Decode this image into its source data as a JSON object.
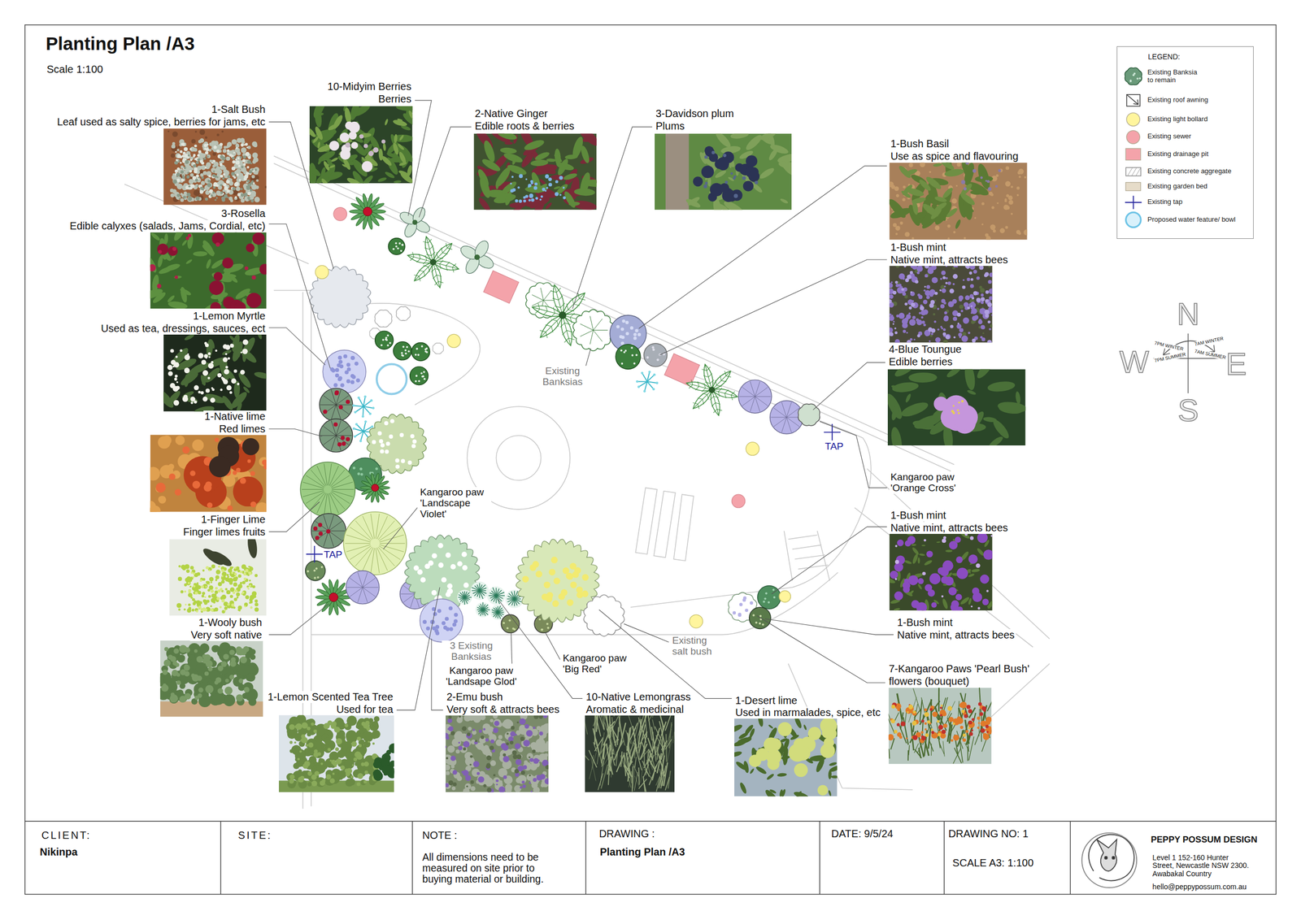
{
  "diagram": {
    "title": "Planting Plan /A3",
    "nodes": [
      {
        "text": [
          "LEGEND:"
        ]
      },
      {
        "text": [
          "CLIENT:",
          "Nikinpa"
        ]
      },
      {
        "text": [
          "SITE:"
        ]
      },
      {
        "text": [
          "NOTE :",
          "All dimensions need to be measured on site prior to buying material or building."
        ]
      },
      {
        "text": [
          "DRAWING :",
          "Planting Plan /A3"
        ]
      },
      {
        "text": [
          "DATE: 9/5/24"
        ]
      },
      {
        "text": [
          "DRAWING NO: 1",
          "SCALE A3: 1:100"
        ]
      },
      {
        "text": [
          "PEPPY POSSUM DESIGN",
          "Level 1 152-160 Hunter Street, Newcastle NSW 2300. Awabakal Country",
          "hello@peppypossum.com.au"
        ]
      }
    ],
    "labels": [
      "Scale 1:100",
      "10-Midyim Berries",
      "Berries",
      "1-Salt Bush",
      "Leaf used as salty spice, berries for jams, etc",
      "2-Native Ginger",
      "Edible roots & berries",
      "3-Davidson plum",
      "Plums",
      "1-Bush Basil",
      "Use as spice and flavouring",
      "3-Rosella",
      "Edible calyxes (salads, Jams, Cordial, etc)",
      "1-Bush mint",
      "Native mint, attracts bees",
      "1-Lemon Myrtle",
      "Used as tea, dressings, sauces, ect",
      "4-Blue Toungue",
      "Edible berries",
      "Existing Banksias",
      "1-Native lime",
      "Red limes",
      "Kangaroo paw 'Orange Cross'",
      "Kangaroo paw 'Landscape Violet'",
      "1-Finger Lime",
      "Finger limes fruits",
      "1-Bush mint",
      "Native mint, attracts bees",
      "TAP",
      "TAP",
      "1-Bush mint",
      "Native mint, attracts bees",
      "1-Wooly bush",
      "Very soft native",
      "Existing salt bush",
      "3 Existing Banksias",
      "Kangaroo paw 'Big Red'",
      "Kangaroo paw 'Landsape Glod'",
      "7-Kangaroo Paws 'Pearl Bush'",
      "flowers (bouquet)",
      "1-Lemon Scented Tea Tree",
      "Used for tea",
      "2-Emu bush",
      "Very soft & attracts bees",
      "10-Native Lemongrass",
      "Aromatic & medicinal",
      "1-Desert lime",
      "Used in marmalades, spice, etc",
      "N",
      "W",
      "E",
      "S",
      "7PM WINTER",
      "7PM SUMMER",
      "7AM WINTER",
      "7AM SUMMER"
    ],
    "legend": [
      {
        "text": "Existing Banksia to remain"
      },
      {
        "text": "Existing roof awning"
      },
      {
        "text": "Existing light bollard",
        "color": "#fff59d"
      },
      {
        "text": "Existing sewer",
        "color": "#f4a3aa"
      },
      {
        "text": "Existing drainage pit",
        "color": "#f4a3aa"
      },
      {
        "text": "Existing concrete aggregate"
      },
      {
        "text": "Existing garden bed",
        "color": "#e6dcc9"
      },
      {
        "text": "Existing tap"
      },
      {
        "text": "Proposed water feature/ bowl"
      }
    ]
  }
}
